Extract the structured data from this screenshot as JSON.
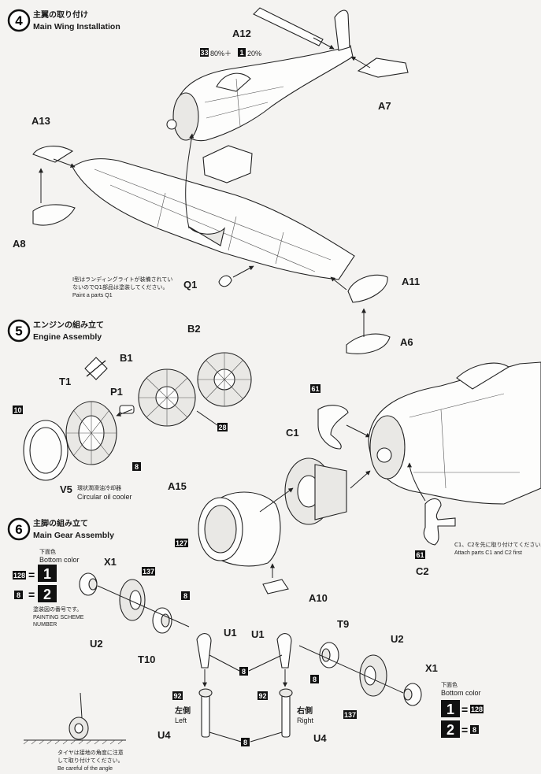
{
  "steps": [
    {
      "number": "4",
      "title_jp": "主翼の取り付け",
      "title_en": "Main Wing Installation"
    },
    {
      "number": "5",
      "title_jp": "エンジンの組み立て",
      "title_en": "Engine Assembly"
    },
    {
      "number": "6",
      "title_jp": "主脚の組み立て",
      "title_en": "Main Gear Assembly"
    }
  ],
  "step4": {
    "part_labels": {
      "a12": "A12",
      "a7": "A7",
      "a13": "A13",
      "a8": "A8",
      "q1": "Q1",
      "a11": "A11",
      "a6": "A6"
    },
    "paint_mix": {
      "color1": "33",
      "pct1": "80%＋",
      "color2": "1",
      "pct2": "20%"
    },
    "note_q1": {
      "jp1": "I型はランディングライトが装備されてい",
      "jp2": "ないのでQ1部品は塗装してください。",
      "en": "Paint a parts Q1"
    }
  },
  "step5": {
    "part_labels": {
      "b2": "B2",
      "b1": "B1",
      "t1": "T1",
      "p1": "P1",
      "v5": "V5",
      "c1": "C1",
      "c2": "C2",
      "a15": "A15",
      "a10": "A10"
    },
    "color_codes": {
      "cowl_ring": "10",
      "cooler": "8",
      "engine": "28",
      "c1": "61",
      "c2": "61",
      "a15": "127"
    },
    "cooler_jp": "環状潤滑油冷却器",
    "cooler_en": "Circular oil cooler",
    "note_c": {
      "jp": "C1、C2を先に取り付けてください。",
      "en": "Attach parts C1 and C2 first"
    }
  },
  "step6": {
    "bottom_color_jp": "下面色",
    "bottom_color_en": "Bottom color",
    "scheme_ref_1": "1",
    "scheme_ref_2": "2",
    "left_codes": {
      "c1": "128",
      "c2": "8"
    },
    "right_codes": {
      "c1": "128",
      "c2": "8"
    },
    "scheme_note_jp": "塗装図の番号です。",
    "scheme_note_en1": "PAINTING SCHEME",
    "scheme_note_en2": "NUMBER",
    "part_labels": {
      "x1_left": "X1",
      "u2_left": "U2",
      "t10": "T10",
      "u1_a": "U1",
      "u1_b": "U1",
      "t9": "T9",
      "u2_right": "U2",
      "x1_right": "X1",
      "u4_left": "U4",
      "u4_right": "U4"
    },
    "color_codes": {
      "tire_left": "137",
      "hub_left": "8",
      "strut_mid": "8",
      "t9_hub": "8",
      "tire_right": "137",
      "strut_left": "92",
      "strut_right": "92",
      "u4_bottom": "8"
    },
    "left_jp": "左側",
    "left_en": "Left",
    "right_jp": "右側",
    "right_en": "Right",
    "angle_note_jp1": "タイヤは接地の角度に注意",
    "angle_note_jp2": "して取り付けてください。",
    "angle_note_en": "Be careful of the angle"
  }
}
